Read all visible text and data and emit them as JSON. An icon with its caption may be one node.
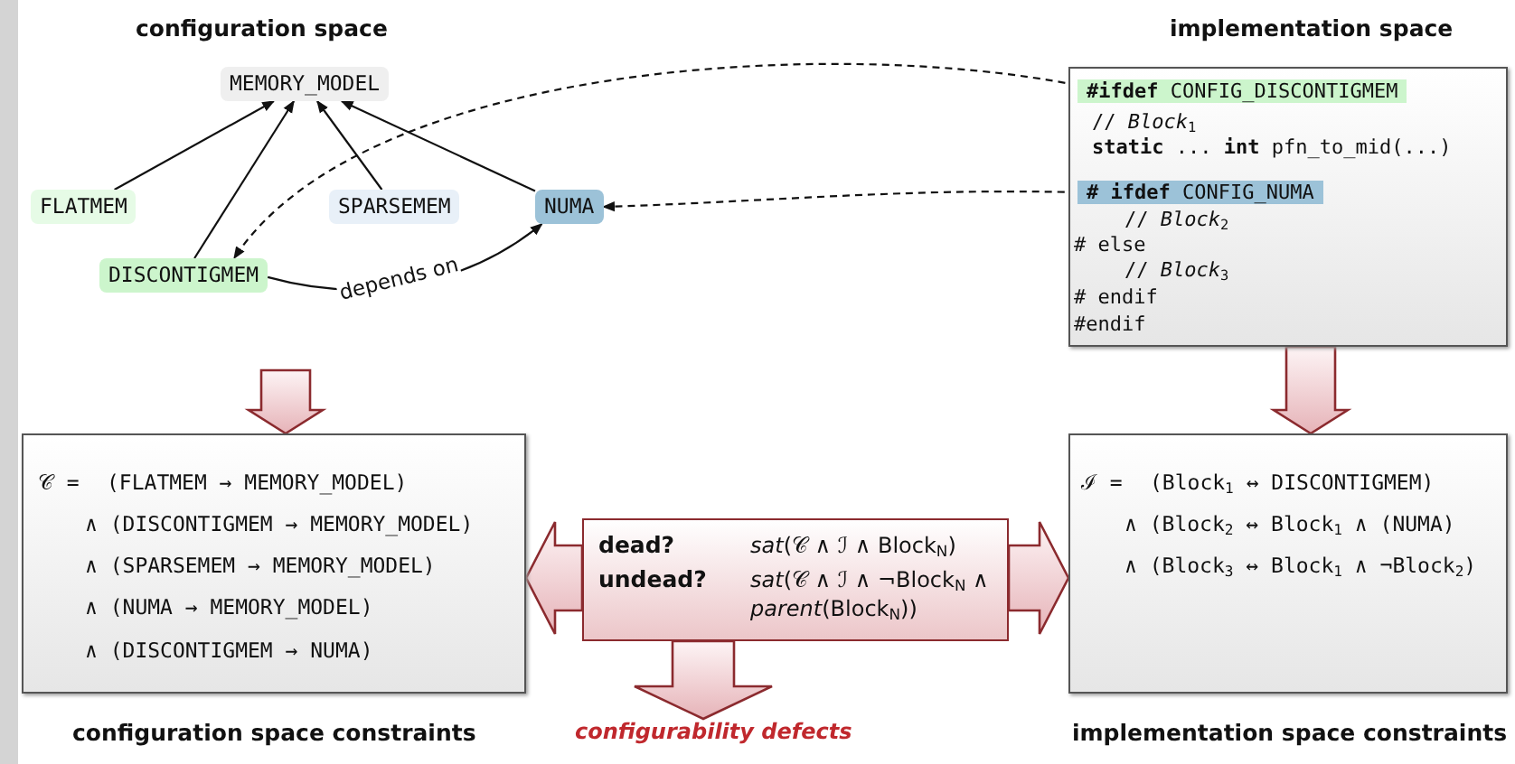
{
  "diagram": {
    "nodes": [
      {
        "text": [
          "MEMORY_MODEL"
        ]
      },
      {
        "text": [
          "FLATMEM"
        ]
      },
      {
        "text": [
          "SPARSEMEM"
        ]
      },
      {
        "text": [
          "NUMA"
        ]
      },
      {
        "text": [
          "DISCONTIGMEM"
        ]
      },
      {
        "text": [
          "// *Block*$_{1}$",
          "**static** ... **int** pfn_to_mid(...)",
          "// *Block*$_{2}$",
          "# else",
          "// *Block*$_{3}$",
          "# endif",
          "#endif"
        ]
      },
      {
        "text": [
          "**#ifdef** CONFIG_DISCONTIGMEM"
        ],
        "in": 5
      },
      {
        "text": [
          "**# ifdef** CONFIG_NUMA"
        ],
        "in": 5
      },
      {
        "text": [
          "𝒞 =",
          "(FLATMEM → MEMORY_MODEL)",
          "∧ (DISCONTIGMEM → MEMORY_MODEL)",
          "∧ (SPARSEMEM → MEMORY_MODEL)",
          "∧ (NUMA → MEMORY_MODEL)",
          "∧ (DISCONTIGMEM → NUMA)"
        ]
      },
      {
        "text": [
          "ℐ =",
          "(Block$_{1}$ ↔ DISCONTIGMEM)",
          "∧ (Block$_{2}$ ↔ Block$_{1}$ ∧ (NUMA)",
          "∧ (Block$_{3}$ ↔ Block$_{1}$ ∧ ¬Block$_{2}$)"
        ]
      },
      {
        "text": [
          "dead?",
          "*sat*(𝒞 ∧ ℐ ∧ Block$_{N}$)",
          "undead?",
          "*sat*(𝒞 ∧ ℐ ∧ ¬Block$_{N}$ ∧ *parent*(Block$_{N}$))"
        ]
      },
      {
        "text": [
          "configurability defects"
        ]
      },
      {
        "text": [],
        "shape": "bar"
      }
    ],
    "edges": [
      {
        "from": 1,
        "to": 0,
        "arrow": "to"
      },
      {
        "from": 4,
        "to": 0,
        "arrow": "to"
      },
      {
        "from": 2,
        "to": 0,
        "arrow": "to"
      },
      {
        "from": 3,
        "to": 0,
        "arrow": "to"
      },
      {
        "from": 4,
        "to": 3,
        "arrow": "to",
        "label": "depends on"
      },
      {
        "from": 6,
        "to": 4,
        "arrow": "to",
        "style": "dashed"
      },
      {
        "from": 7,
        "to": 3,
        "arrow": "to",
        "style": "dashed"
      },
      {
        "from": null,
        "to": 8,
        "arrow": "to",
        "style": "thick",
        "color": "#8b2a2e"
      },
      {
        "from": 5,
        "to": 9,
        "arrow": "to",
        "style": "thick",
        "color": "#8b2a2e"
      },
      {
        "from": 10,
        "to": 8,
        "arrow": "to",
        "style": "thick",
        "color": "#8b2a2e"
      },
      {
        "from": 10,
        "to": 9,
        "arrow": "to",
        "style": "thick",
        "color": "#8b2a2e"
      },
      {
        "from": 10,
        "to": 11,
        "arrow": "to",
        "style": "thick",
        "color": "#8b2a2e"
      }
    ],
    "labels": [
      "configuration space",
      "implementation space",
      "configuration space constraints",
      "implementation space constraints"
    ]
  }
}
